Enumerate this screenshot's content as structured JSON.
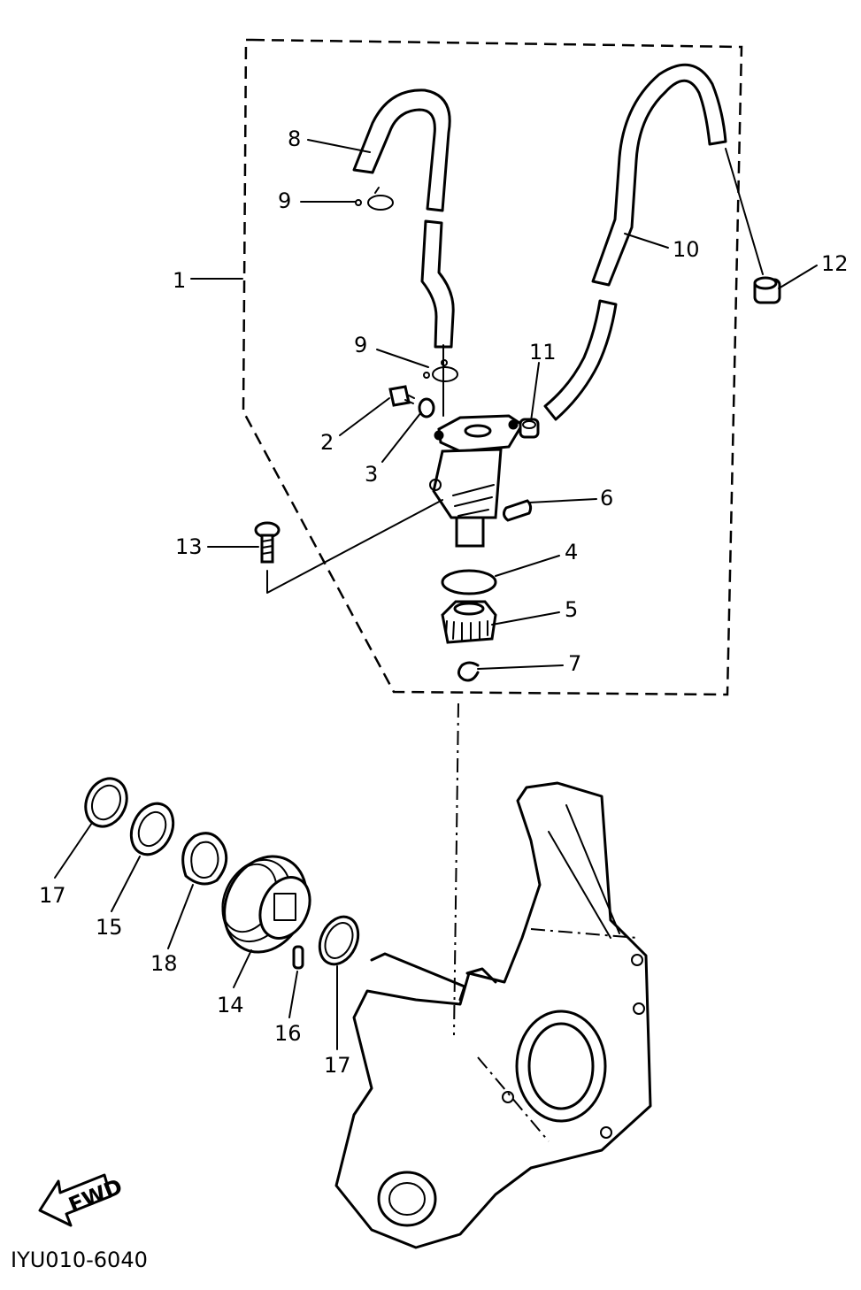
{
  "diagram": {
    "callouts": [
      {
        "id": "c1",
        "label": "1"
      },
      {
        "id": "c2",
        "label": "2"
      },
      {
        "id": "c3",
        "label": "3"
      },
      {
        "id": "c4",
        "label": "4"
      },
      {
        "id": "c5",
        "label": "5"
      },
      {
        "id": "c6",
        "label": "6"
      },
      {
        "id": "c7",
        "label": "7"
      },
      {
        "id": "c8",
        "label": "8"
      },
      {
        "id": "c9a",
        "label": "9"
      },
      {
        "id": "c9b",
        "label": "9"
      },
      {
        "id": "c10",
        "label": "10"
      },
      {
        "id": "c11",
        "label": "11"
      },
      {
        "id": "c12",
        "label": "12"
      },
      {
        "id": "c13",
        "label": "13"
      },
      {
        "id": "c14",
        "label": "14"
      },
      {
        "id": "c15",
        "label": "15"
      },
      {
        "id": "c16",
        "label": "16"
      },
      {
        "id": "c17a",
        "label": "17"
      },
      {
        "id": "c17b",
        "label": "17"
      },
      {
        "id": "c18",
        "label": "18"
      }
    ],
    "fwd_label": "FWD",
    "drawing_code": "IYU010-6040"
  }
}
